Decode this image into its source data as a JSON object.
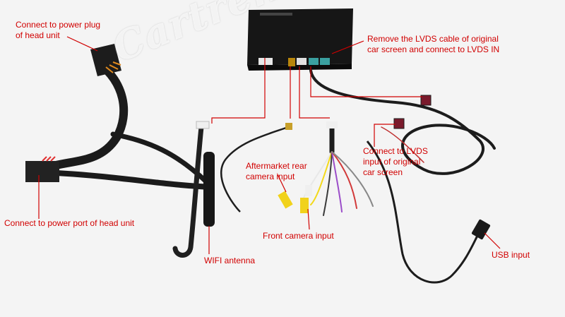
{
  "colors": {
    "label_text": "#d10000",
    "leader_line": "#d10000",
    "background": "#f4f4f4",
    "module": "#141414",
    "cable": "#1a1a1a"
  },
  "watermark": "Cartrend",
  "labels": {
    "power_plug": "Connect to power plug\nof head unit",
    "lvds_in": "Remove the LVDS cable of original\ncar screen and connect to LVDS IN",
    "rear_camera": "Aftermarket rear\ncamera input",
    "lvds_screen": "Connect to LVDS\ninput of original\ncar screen",
    "power_port": "Connect to power port of head unit",
    "front_camera": "Front camera input",
    "wifi": "WIFI antenna",
    "usb": "USB input"
  }
}
